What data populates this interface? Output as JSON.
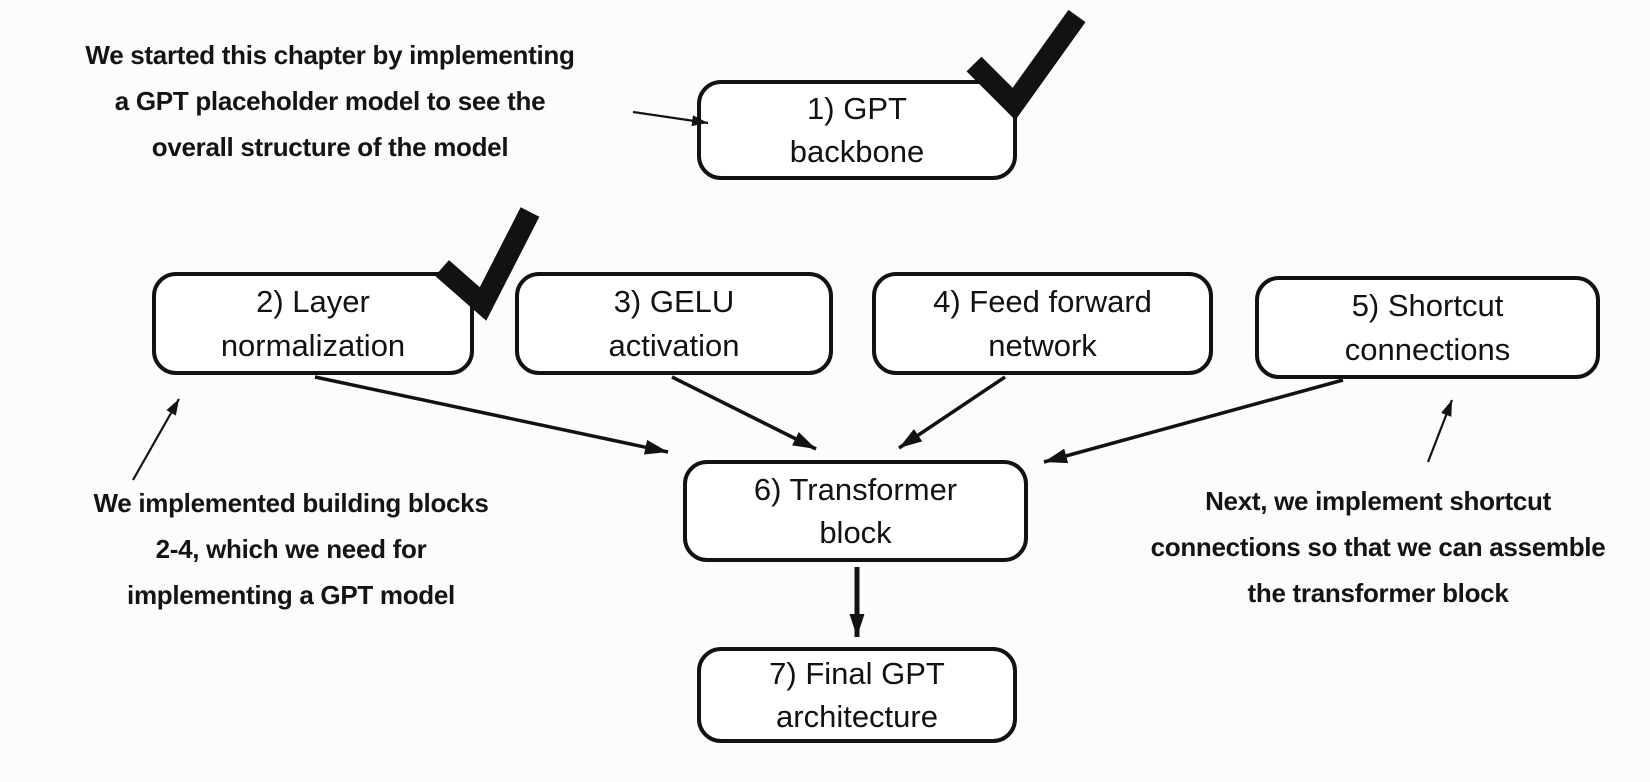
{
  "diagram": {
    "background": "#fcfcfc",
    "ink": "#121212",
    "box_fill": "#ffffff"
  },
  "boxes": [
    {
      "id": "gpt-backbone",
      "line1": "1) GPT",
      "line2": "backbone",
      "checked": true
    },
    {
      "id": "layer-normalization",
      "line1": "2) Layer",
      "line2": "normalization",
      "checked": true
    },
    {
      "id": "gelu-activation",
      "line1": "3) GELU",
      "line2": "activation",
      "checked": false
    },
    {
      "id": "feed-forward-network",
      "line1": "4) Feed forward",
      "line2": "network",
      "checked": false
    },
    {
      "id": "shortcut-connections",
      "line1": "5) Shortcut",
      "line2": "connections",
      "checked": false
    },
    {
      "id": "transformer-block",
      "line1": "6) Transformer",
      "line2": "block",
      "checked": false
    },
    {
      "id": "final-gpt-architecture",
      "line1": "7) Final GPT",
      "line2": "architecture",
      "checked": false
    }
  ],
  "annotations": {
    "top_left": {
      "lines": [
        "We started this chapter by implementing",
        "a GPT placeholder model to see the",
        "overall structure of the model"
      ]
    },
    "bottom_left": {
      "lines": [
        "We implemented building blocks",
        "2-4, which we need for",
        "implementing a GPT model"
      ]
    },
    "right": {
      "lines": [
        "Next, we implement shortcut",
        "connections so that we can assemble",
        "the transformer block"
      ]
    }
  }
}
